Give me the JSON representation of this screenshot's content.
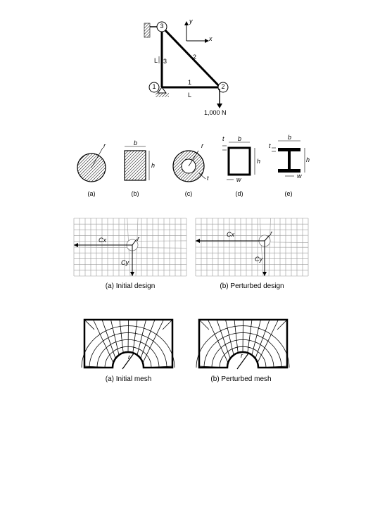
{
  "truss": {
    "node_1": "1",
    "node_2": "2",
    "node_3": "3",
    "element_1": "1",
    "element_2": "2",
    "element_3": "3",
    "length_bottom": "L",
    "length_left": "L",
    "axis_x": "x",
    "axis_y": "y",
    "load": "1,000 N"
  },
  "sections": {
    "a": {
      "caption": "(a)",
      "r": "r"
    },
    "b": {
      "caption": "(b)",
      "b": "b",
      "h": "h"
    },
    "c": {
      "caption": "(c)",
      "r": "r",
      "t": "t"
    },
    "d": {
      "caption": "(d)",
      "t": "t",
      "b": "b",
      "h": "h",
      "w": "w"
    },
    "e": {
      "caption": "(e)",
      "t": "t",
      "b": "b",
      "h": "h",
      "w": "w"
    }
  },
  "plate": {
    "initial_caption": "(a) Initial design",
    "perturbed_caption": "(b) Perturbed design",
    "cx": "Cx",
    "cy": "Cy",
    "r": "r"
  },
  "mesh": {
    "initial_caption": "(a) Initial mesh",
    "perturbed_caption": "(b) Perturbed mesh",
    "r": "r"
  },
  "colors": {
    "line": "#000000",
    "grid": "#9a9a9a",
    "background": "#ffffff"
  }
}
